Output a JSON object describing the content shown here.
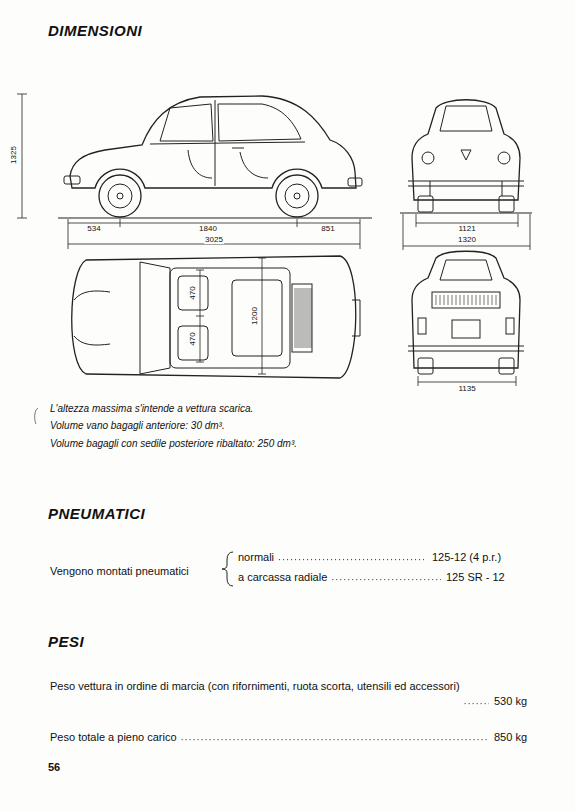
{
  "diagram": {
    "title": "DIMENSIONI",
    "labels": [
      "1325",
      "534",
      "1840",
      "851",
      "3025",
      "1121",
      "1320",
      "470",
      "470",
      "1200",
      "1135",
      "L'altezza massima s'intende a vettura scarica.",
      "Volume vano bagagli anteriore: 30 dm³.",
      "Volume bagagli con sedile posteriore ribaltato: 250 dm³.",
      "PNEUMATICI",
      "Vengono montati pneumatici",
      "normali",
      "125-12 (4 p.r.)",
      "a carcassa radiale",
      "125 SR - 12",
      "PESI",
      "Peso vettura in ordine di marcia (con rifornimenti, ruota scorta, utensili ed accessori)",
      "530 kg",
      "Peso totale a pieno carico",
      "850 kg",
      "56"
    ]
  }
}
